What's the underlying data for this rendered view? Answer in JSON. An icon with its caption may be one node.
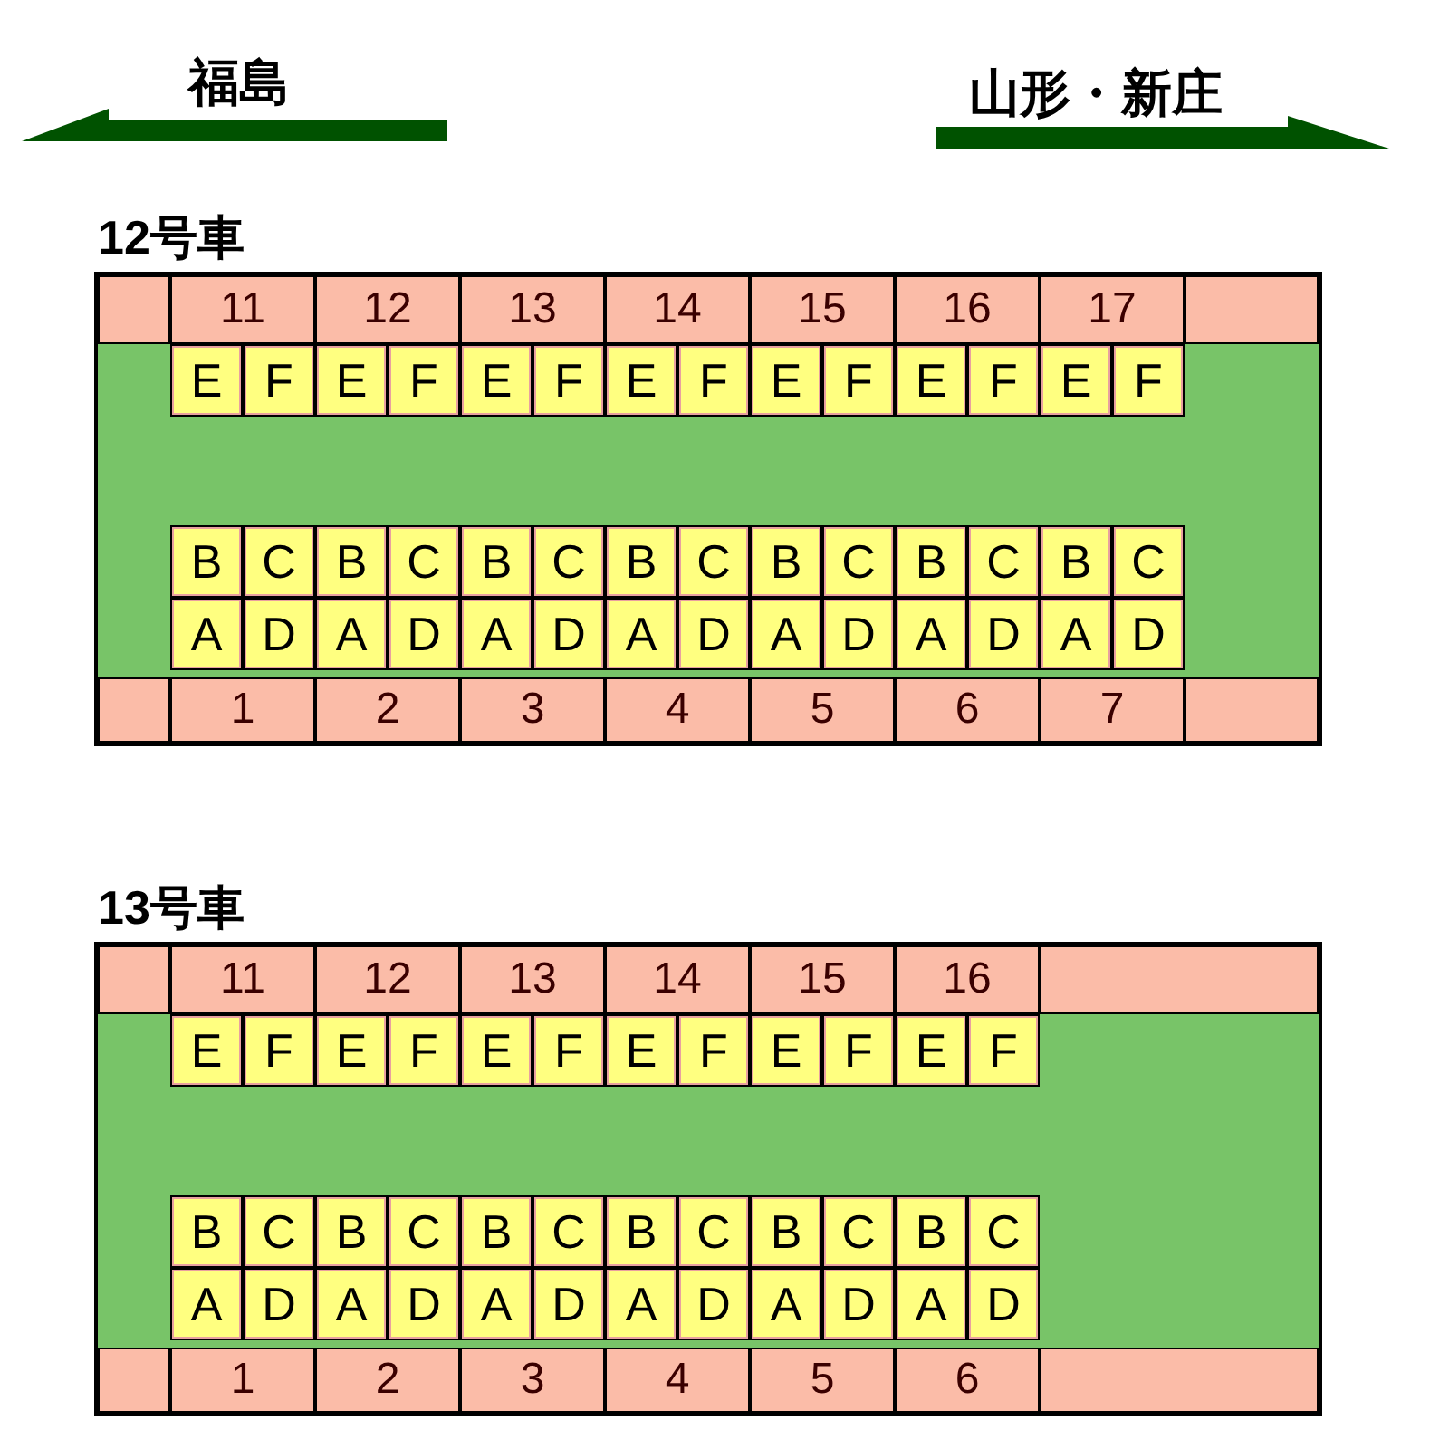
{
  "diagram": {
    "nodes": [
      {
        "text": [
          "12号車"
        ]
      },
      {
        "text": [],
        "shape": "box",
        "in": 0
      },
      {
        "text": [
          "11"
        ],
        "in": 0
      },
      {
        "text": [
          "12"
        ],
        "in": 0
      },
      {
        "text": [
          "13"
        ],
        "in": 0
      },
      {
        "text": [
          "14"
        ],
        "in": 0
      },
      {
        "text": [
          "15"
        ],
        "in": 0
      },
      {
        "text": [
          "16"
        ],
        "in": 0
      },
      {
        "text": [
          "17"
        ],
        "in": 0
      },
      {
        "text": [],
        "shape": "box",
        "in": 0
      },
      {
        "text": [
          "E"
        ],
        "in": 0
      },
      {
        "text": [
          "F"
        ],
        "in": 0
      },
      {
        "text": [
          "E"
        ],
        "in": 0
      },
      {
        "text": [
          "F"
        ],
        "in": 0
      },
      {
        "text": [
          "E"
        ],
        "in": 0
      },
      {
        "text": [
          "F"
        ],
        "in": 0
      },
      {
        "text": [
          "E"
        ],
        "in": 0
      },
      {
        "text": [
          "F"
        ],
        "in": 0
      },
      {
        "text": [
          "E"
        ],
        "in": 0
      },
      {
        "text": [
          "F"
        ],
        "in": 0
      },
      {
        "text": [
          "E"
        ],
        "in": 0
      },
      {
        "text": [
          "F"
        ],
        "in": 0
      },
      {
        "text": [
          "E"
        ],
        "in": 0
      },
      {
        "text": [
          "F"
        ],
        "in": 0
      },
      {
        "text": [
          "B"
        ],
        "in": 0
      },
      {
        "text": [
          "C"
        ],
        "in": 0
      },
      {
        "text": [
          "B"
        ],
        "in": 0
      },
      {
        "text": [
          "C"
        ],
        "in": 0
      },
      {
        "text": [
          "B"
        ],
        "in": 0
      },
      {
        "text": [
          "C"
        ],
        "in": 0
      },
      {
        "text": [
          "B"
        ],
        "in": 0
      },
      {
        "text": [
          "C"
        ],
        "in": 0
      },
      {
        "text": [
          "B"
        ],
        "in": 0
      },
      {
        "text": [
          "C"
        ],
        "in": 0
      },
      {
        "text": [
          "B"
        ],
        "in": 0
      },
      {
        "text": [
          "C"
        ],
        "in": 0
      },
      {
        "text": [
          "B"
        ],
        "in": 0
      },
      {
        "text": [
          "C"
        ],
        "in": 0
      },
      {
        "text": [
          "A"
        ],
        "in": 0
      },
      {
        "text": [
          "D"
        ],
        "in": 0
      },
      {
        "text": [
          "A"
        ],
        "in": 0
      },
      {
        "text": [
          "D"
        ],
        "in": 0
      },
      {
        "text": [
          "A"
        ],
        "in": 0
      },
      {
        "text": [
          "D"
        ],
        "in": 0
      },
      {
        "text": [
          "A"
        ],
        "in": 0
      },
      {
        "text": [
          "D"
        ],
        "in": 0
      },
      {
        "text": [
          "A"
        ],
        "in": 0
      },
      {
        "text": [
          "D"
        ],
        "in": 0
      },
      {
        "text": [
          "A"
        ],
        "in": 0
      },
      {
        "text": [
          "D"
        ],
        "in": 0
      },
      {
        "text": [
          "A"
        ],
        "in": 0
      },
      {
        "text": [
          "D"
        ],
        "in": 0
      },
      {
        "text": [],
        "shape": "box",
        "in": 0
      },
      {
        "text": [
          "1"
        ],
        "in": 0
      },
      {
        "text": [
          "2"
        ],
        "in": 0
      },
      {
        "text": [
          "3"
        ],
        "in": 0
      },
      {
        "text": [
          "4"
        ],
        "in": 0
      },
      {
        "text": [
          "5"
        ],
        "in": 0
      },
      {
        "text": [
          "6"
        ],
        "in": 0
      },
      {
        "text": [
          "7"
        ],
        "in": 0
      },
      {
        "text": [],
        "shape": "box",
        "in": 0
      },
      {
        "text": [
          "13号車"
        ]
      },
      {
        "text": [],
        "shape": "box",
        "in": 61
      },
      {
        "text": [
          "11"
        ],
        "in": 61
      },
      {
        "text": [
          "12"
        ],
        "in": 61
      },
      {
        "text": [
          "13"
        ],
        "in": 61
      },
      {
        "text": [
          "14"
        ],
        "in": 61
      },
      {
        "text": [
          "15"
        ],
        "in": 61
      },
      {
        "text": [
          "16"
        ],
        "in": 61
      },
      {
        "text": [],
        "shape": "box",
        "in": 61
      },
      {
        "text": [
          "E"
        ],
        "in": 61
      },
      {
        "text": [
          "F"
        ],
        "in": 61
      },
      {
        "text": [
          "E"
        ],
        "in": 61
      },
      {
        "text": [
          "F"
        ],
        "in": 61
      },
      {
        "text": [
          "E"
        ],
        "in": 61
      },
      {
        "text": [
          "F"
        ],
        "in": 61
      },
      {
        "text": [
          "E"
        ],
        "in": 61
      },
      {
        "text": [
          "F"
        ],
        "in": 61
      },
      {
        "text": [
          "E"
        ],
        "in": 61
      },
      {
        "text": [
          "F"
        ],
        "in": 61
      },
      {
        "text": [
          "E"
        ],
        "in": 61
      },
      {
        "text": [
          "F"
        ],
        "in": 61
      },
      {
        "text": [
          "B"
        ],
        "in": 61
      },
      {
        "text": [
          "C"
        ],
        "in": 61
      },
      {
        "text": [
          "B"
        ],
        "in": 61
      },
      {
        "text": [
          "C"
        ],
        "in": 61
      },
      {
        "text": [
          "B"
        ],
        "in": 61
      },
      {
        "text": [
          "C"
        ],
        "in": 61
      },
      {
        "text": [
          "B"
        ],
        "in": 61
      },
      {
        "text": [
          "C"
        ],
        "in": 61
      },
      {
        "text": [
          "B"
        ],
        "in": 61
      },
      {
        "text": [
          "C"
        ],
        "in": 61
      },
      {
        "text": [
          "B"
        ],
        "in": 61
      },
      {
        "text": [
          "C"
        ],
        "in": 61
      },
      {
        "text": [
          "A"
        ],
        "in": 61
      },
      {
        "text": [
          "D"
        ],
        "in": 61
      },
      {
        "text": [
          "A"
        ],
        "in": 61
      },
      {
        "text": [
          "D"
        ],
        "in": 61
      },
      {
        "text": [
          "A"
        ],
        "in": 61
      },
      {
        "text": [
          "D"
        ],
        "in": 61
      },
      {
        "text": [
          "A"
        ],
        "in": 61
      },
      {
        "text": [
          "D"
        ],
        "in": 61
      },
      {
        "text": [
          "A"
        ],
        "in": 61
      },
      {
        "text": [
          "D"
        ],
        "in": 61
      },
      {
        "text": [
          "A"
        ],
        "in": 61
      },
      {
        "text": [
          "D"
        ],
        "in": 61
      },
      {
        "text": [],
        "shape": "box",
        "in": 61
      },
      {
        "text": [
          "1"
        ],
        "in": 61
      },
      {
        "text": [
          "2"
        ],
        "in": 61
      },
      {
        "text": [
          "3"
        ],
        "in": 61
      },
      {
        "text": [
          "4"
        ],
        "in": 61
      },
      {
        "text": [
          "5"
        ],
        "in": 61
      },
      {
        "text": [
          "6"
        ],
        "in": 61
      },
      {
        "text": [],
        "shape": "box",
        "in": 61
      }
    ],
    "edges": [],
    "labels": [
      "福島",
      "山形・新庄"
    ]
  }
}
